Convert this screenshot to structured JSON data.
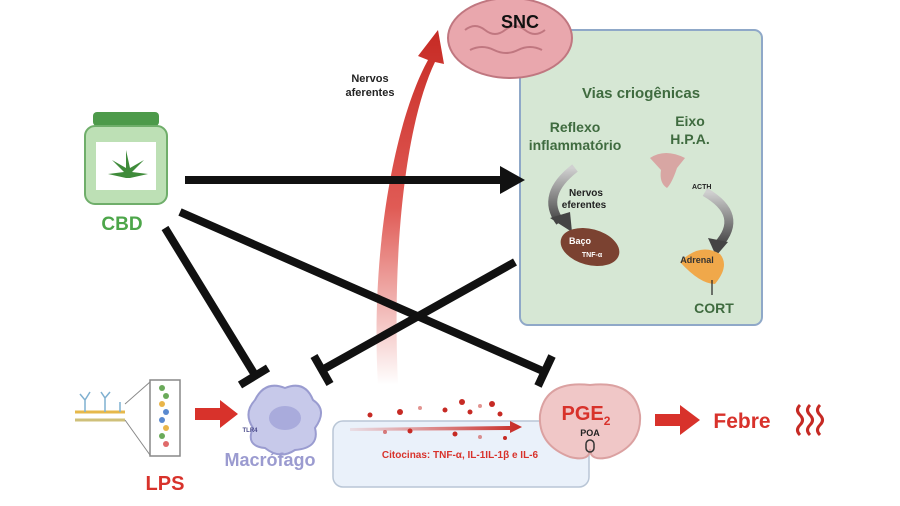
{
  "snc": {
    "label": "SNC"
  },
  "afferent": {
    "line1": "Nervos",
    "line2": "aferentes"
  },
  "cryo_box": {
    "title": "Vias criogênicas",
    "reflex": {
      "line1": "Reflexo",
      "line2": "inflammatório"
    },
    "hpa": {
      "line1": "Eixo",
      "line2": "H.P.A."
    },
    "efferent": {
      "line1": "Nervos",
      "line2": "eferentes"
    },
    "spleen": {
      "label": "Baço",
      "tnf": "TNF-α"
    },
    "acth": "ACTH",
    "adrenal": "Adrenal",
    "cort": "CORT"
  },
  "cbd": {
    "label": "CBD"
  },
  "lps": {
    "label": "LPS"
  },
  "macrophage": {
    "label": "Macrófago",
    "receptor": "TLR4"
  },
  "cytokines": {
    "label": "Citocinas: TNF-α, IL-1IL-1β e IL-6"
  },
  "pge2": {
    "label": "PGE",
    "sub": "2",
    "poa": "POA"
  },
  "fever": {
    "label": "Febre"
  },
  "colors": {
    "green_box": "#d6e7d4",
    "red": "#d8322b",
    "cbd_green": "#4da64a",
    "macrophage_text": "#9b9bd0"
  }
}
